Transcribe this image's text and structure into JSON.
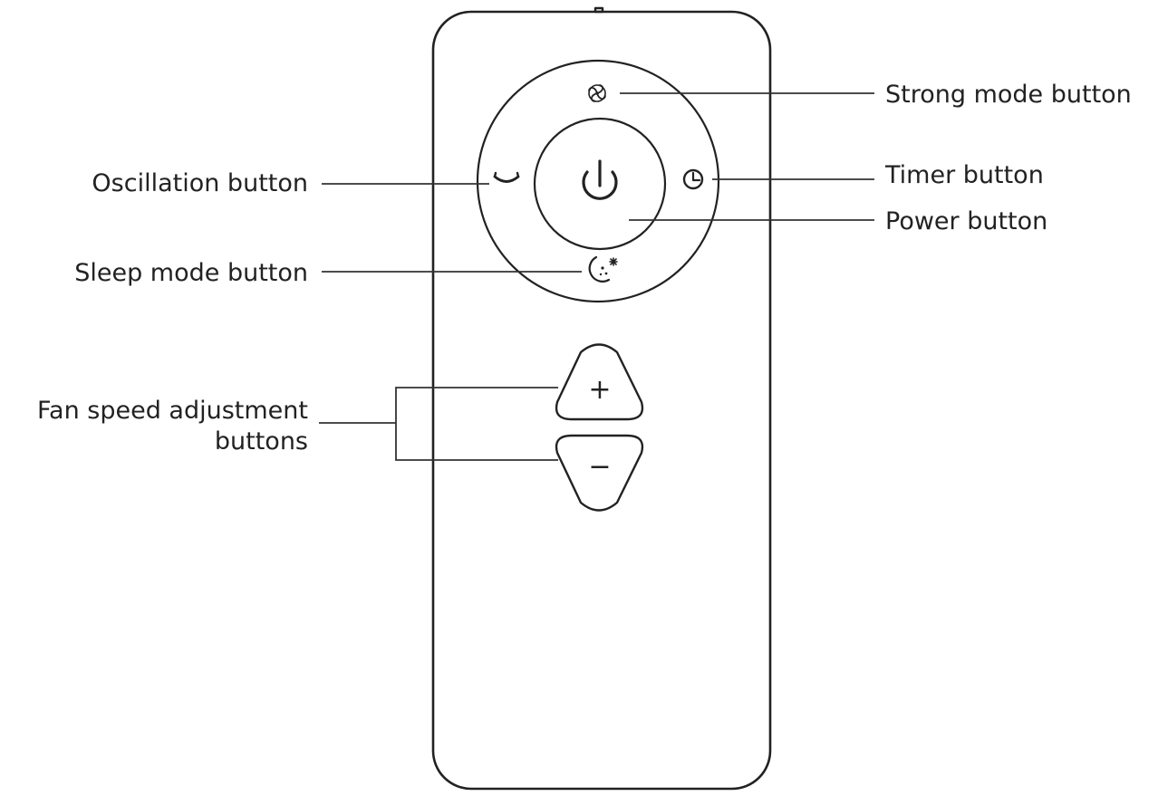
{
  "labels": {
    "strong_mode": "Strong mode button",
    "timer": "Timer button",
    "power": "Power button",
    "oscillation": "Oscillation button",
    "sleep_mode": "Sleep mode button",
    "fan_speed_line1": "Fan speed adjustment",
    "fan_speed_line2": "buttons"
  },
  "buttons": {
    "plus": "+",
    "minus": "−"
  },
  "icons": {
    "strong_mode": "fan-icon",
    "timer": "clock-icon",
    "power": "power-icon",
    "oscillation": "oscillation-arc-icon",
    "sleep_mode": "moon-stars-icon"
  },
  "colors": {
    "line": "#222222",
    "background": "#ffffff"
  }
}
